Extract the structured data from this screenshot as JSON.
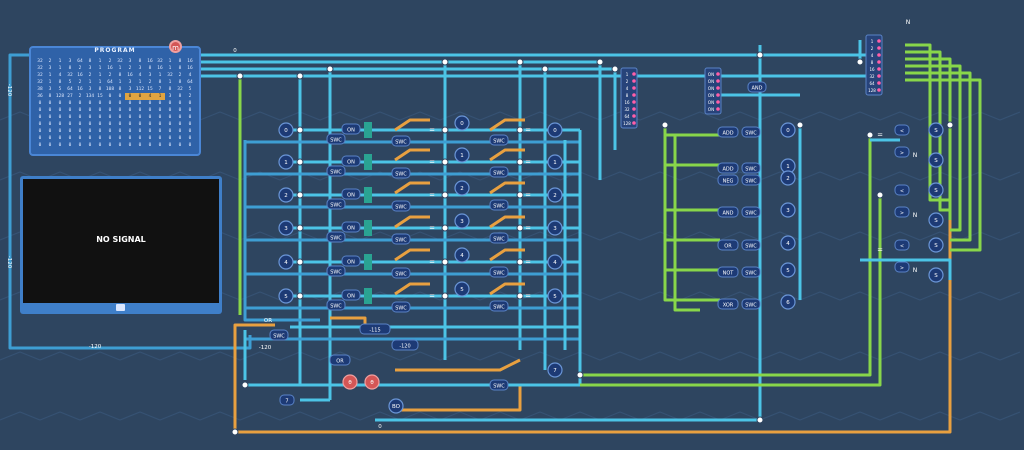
{
  "program": {
    "title": "PROGRAM",
    "badge_icon": "memory-icon",
    "cells": [
      "32",
      "2",
      "1",
      "3",
      "64",
      "8",
      "1",
      "2",
      "32",
      "3",
      "8",
      "16",
      "32",
      "1",
      "8",
      "16",
      "32",
      "3",
      "1",
      "8",
      "2",
      "3",
      "1",
      "16",
      "1",
      "2",
      "3",
      "8",
      "16",
      "1",
      "8",
      "16",
      "32",
      "1",
      "4",
      "32",
      "16",
      "2",
      "1",
      "2",
      "8",
      "16",
      "4",
      "3",
      "1",
      "32",
      "2",
      "4",
      "32",
      "1",
      "8",
      "5",
      "2",
      "1",
      "1",
      "64",
      "1",
      "3",
      "1",
      "2",
      "8",
      "1",
      "8",
      "64",
      "38",
      "3",
      "5",
      "64",
      "16",
      "3",
      "8",
      "108",
      "8",
      "3",
      "112",
      "15",
      "7",
      "8",
      "32",
      "5",
      "36",
      "8",
      "128",
      "27",
      "2",
      "134",
      "15",
      "0",
      "0",
      "0",
      "0",
      "4",
      "1",
      "3",
      "8",
      "2",
      "0",
      "0",
      "0",
      "0",
      "0",
      "0",
      "0",
      "0",
      "0",
      "0",
      "0",
      "0",
      "0",
      "0",
      "0",
      "0",
      "0",
      "0",
      "0",
      "0",
      "0",
      "0",
      "0",
      "0",
      "0",
      "0",
      "0",
      "0",
      "0",
      "0",
      "0",
      "0",
      "0",
      "0",
      "0",
      "0",
      "0",
      "0",
      "0",
      "0",
      "0",
      "0",
      "0",
      "0",
      "0",
      "0",
      "0",
      "0",
      "0",
      "0",
      "0",
      "0",
      "0",
      "0",
      "0",
      "0",
      "0",
      "0",
      "0",
      "0",
      "0",
      "0",
      "0",
      "0",
      "0",
      "0",
      "0",
      "0",
      "0",
      "0",
      "0",
      "0",
      "0",
      "0",
      "0",
      "0",
      "0",
      "0",
      "0",
      "0",
      "0",
      "0",
      "0",
      "0",
      "0",
      "0",
      "0",
      "0",
      "0",
      "0",
      "0",
      "0",
      "0",
      "0",
      "0",
      "0",
      "0",
      "0",
      "0",
      "0",
      "0",
      "0",
      "0",
      "0",
      "0",
      "0",
      "0",
      "0",
      "0",
      "0",
      "0",
      "0"
    ],
    "highlight_row": 5,
    "highlight_cols": [
      9,
      10,
      11,
      12
    ]
  },
  "screen": {
    "status": "NO SIGNAL",
    "footer_icon": "monitor-icon"
  },
  "registers": [
    "0",
    "1",
    "2",
    "3",
    "4",
    "5"
  ],
  "switch_label": "SWC",
  "on_label": "ON",
  "equals_label": "=",
  "wire_labels": {
    "neg120_left": "-120",
    "neg120_bottom": "-120",
    "neg120_mid": "-120",
    "zero": "0",
    "neg120_top": "-120"
  },
  "bottom_box": "-115",
  "alu_ops": [
    {
      "label": "ADD",
      "out": "0"
    },
    {
      "label": "ADD",
      "out": "1"
    },
    {
      "label": "NEG",
      "out": "2"
    },
    {
      "label": "AND",
      "out": "3"
    },
    {
      "label": "OR",
      "out": "4"
    },
    {
      "label": "NOT",
      "out": "5"
    },
    {
      "label": "XOR",
      "out": "6"
    }
  ],
  "gate_labels": {
    "or1": "OR",
    "or2": "OR",
    "and_top": "AND"
  },
  "right_labels": {
    "n1": "N",
    "n2": "N",
    "n3": "N",
    "s1": "S",
    "s2": "S",
    "s3": "S",
    "s4": "S",
    "s5": "S",
    "s6": "S",
    "top_n": "N"
  },
  "bit_inputs": {
    "mid_stack": [
      "1",
      "2",
      "4",
      "8",
      "16",
      "32",
      "64",
      "128"
    ],
    "alu_stack": [
      "ON",
      "ON",
      "ON",
      "ON",
      "ON",
      "ON"
    ],
    "right_stack": [
      "1",
      "2",
      "4",
      "8",
      "16",
      "32",
      "64",
      "128"
    ]
  },
  "red_circles": [
    "θ",
    "θ"
  ],
  "colors": {
    "bg": "#2e4560",
    "wire_blue": "#4cc4e6",
    "wire_dark": "#3e9ed3",
    "wire_green": "#88d64a",
    "wire_orange": "#e8a040",
    "node_dark": "#1d3a75",
    "node_teal": "#2aa392",
    "red": "#d45656"
  }
}
